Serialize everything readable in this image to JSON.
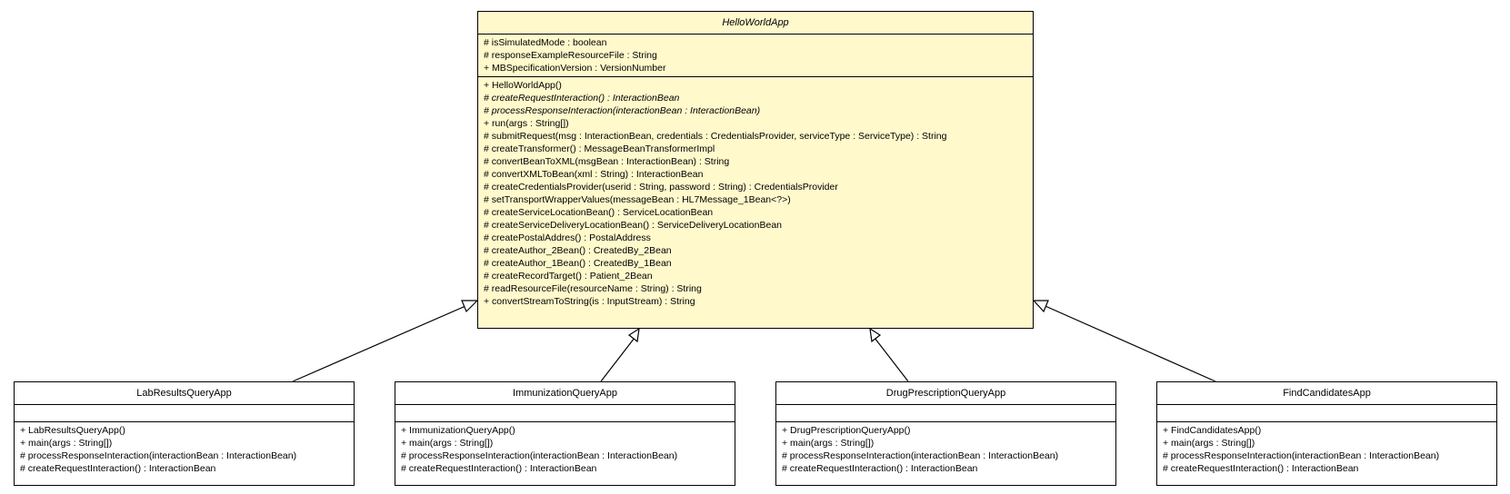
{
  "parent": {
    "name": "HelloWorldApp",
    "attributes": [
      "# isSimulatedMode : boolean",
      "# responseExampleResourceFile : String",
      "+ MBSpecificationVersion : VersionNumber"
    ],
    "operations": [
      "+ HelloWorldApp()",
      "# createRequestInteraction() : InteractionBean",
      "# processResponseInteraction(interactionBean : InteractionBean)",
      "+ run(args : String[])",
      "# submitRequest(msg : InteractionBean, credentials : CredentialsProvider, serviceType : ServiceType) : String",
      "# createTransformer() : MessageBeanTransformerImpl",
      "# convertBeanToXML(msgBean : InteractionBean) : String",
      "# convertXMLToBean(xml : String) : InteractionBean",
      "# createCredentialsProvider(userid : String, password : String) : CredentialsProvider",
      "# setTransportWrapperValues(messageBean : HL7Message_1Bean<?>)",
      "# createServiceLocationBean() : ServiceLocationBean",
      "# createServiceDeliveryLocationBean() : ServiceDeliveryLocationBean",
      "# createPostalAddres() : PostalAddress",
      "# createAuthor_2Bean() : CreatedBy_2Bean",
      "# createAuthor_1Bean() : CreatedBy_1Bean",
      "# createRecordTarget() : Patient_2Bean",
      "# readResourceFile(resourceName : String) : String",
      "+ convertStreamToString(is : InputStream) : String"
    ]
  },
  "children": [
    {
      "name": "LabResultsQueryApp",
      "operations": [
        "+ LabResultsQueryApp()",
        "+ main(args : String[])",
        "# processResponseInteraction(interactionBean : InteractionBean)",
        "# createRequestInteraction() : InteractionBean"
      ]
    },
    {
      "name": "ImmunizationQueryApp",
      "operations": [
        "+ ImmunizationQueryApp()",
        "+ main(args : String[])",
        "# processResponseInteraction(interactionBean : InteractionBean)",
        "# createRequestInteraction() : InteractionBean"
      ]
    },
    {
      "name": "DrugPrescriptionQueryApp",
      "operations": [
        "+ DrugPrescriptionQueryApp()",
        "+ main(args : String[])",
        "# processResponseInteraction(interactionBean : InteractionBean)",
        "# createRequestInteraction() : InteractionBean"
      ]
    },
    {
      "name": "FindCandidatesApp",
      "operations": [
        "+ FindCandidatesApp()",
        "+ main(args : String[])",
        "# processResponseInteraction(interactionBean : InteractionBean)",
        "# createRequestInteraction() : InteractionBean"
      ]
    }
  ],
  "colors": {
    "parent_fill": "#fff9cc",
    "child_fill": "#ffffff",
    "line": "#000000"
  }
}
